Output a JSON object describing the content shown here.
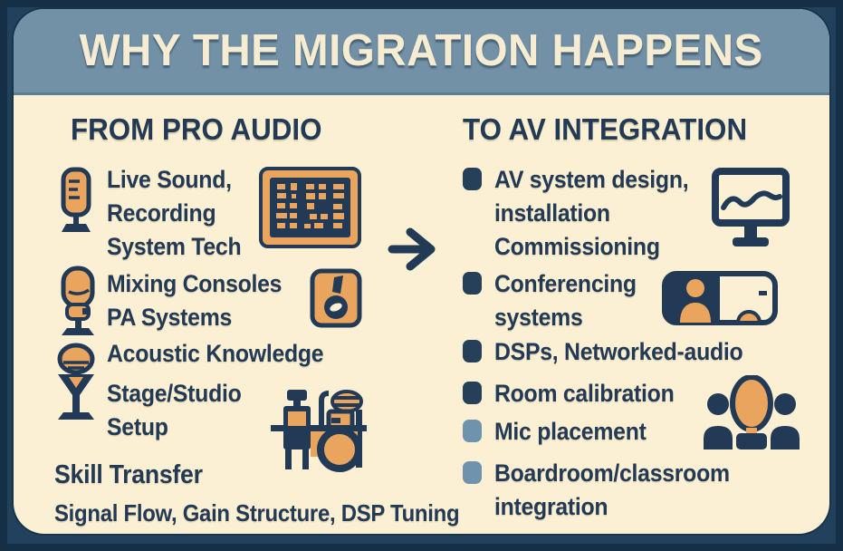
{
  "title": "WHY THE MIGRATION HAPPENS",
  "left_column": {
    "heading": "FROM PRO AUDIO",
    "items": [
      {
        "text": "Live Sound,\nRecording\nSystem Tech",
        "icon": "microphone-icon"
      },
      {
        "text": "Mixing Consoles\nPA Systems",
        "icon": "microphone-icon"
      },
      {
        "text": "Acoustic Knowledge",
        "icon": "microphone-icon"
      },
      {
        "text": "Stage/Studio\nSetup",
        "icon": "microphone-icon"
      }
    ],
    "skill_heading": "Skill Transfer",
    "skill_text": "Signal Flow, Gain Structure, DSP Tuning",
    "decor_icons": [
      "mixing-console-icon",
      "speaker-icon",
      "drum-kit-icon"
    ]
  },
  "connector": {
    "icon": "right-arrow-icon"
  },
  "right_column": {
    "heading": "TO AV INTEGRATION",
    "items": [
      {
        "text": "AV system design,\ninstallation\nCommissioning",
        "bullet_color": "#26405a"
      },
      {
        "text": "Conferencing\nsystems",
        "bullet_color": "#26405a"
      },
      {
        "text": "DSPs, Networked-audio",
        "bullet_color": "#26405a"
      },
      {
        "text": "Room calibration",
        "bullet_color": "#26405a"
      },
      {
        "text": "Mic placement",
        "bullet_color": "#6f93ac"
      },
      {
        "text": "Boardroom/classroom\nintegration",
        "bullet_color": "#6f93ac"
      }
    ],
    "decor_icons": [
      "monitor-icon",
      "video-conference-icon",
      "audience-icon"
    ]
  },
  "colors": {
    "background_navy": "#21415d",
    "header_blue": "#7291a6",
    "card_cream": "#fbf0d4",
    "text_navy": "#223a55",
    "accent_orange": "#e9a55e",
    "bullet_steel": "#6f93ac"
  }
}
